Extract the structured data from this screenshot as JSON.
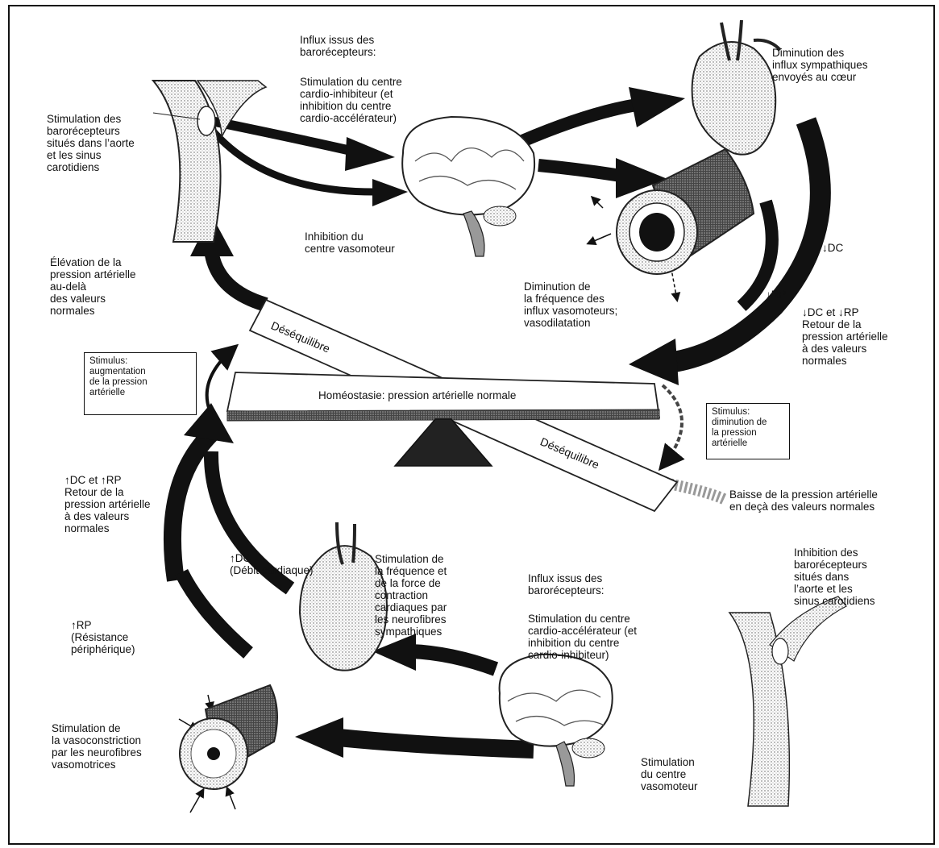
{
  "texts": {
    "influx_top_title": "Influx issus des\nbarorécepteurs:",
    "influx_top_body": "Stimulation du centre\ncardio-inhibiteur (et\ninhibition du centre\ncardio-accélérateur)",
    "dim_sympa": "Diminution des\ninflux sympathiques\nenvoyés au cœur",
    "stim_baro": "Stimulation des\nbarorécepteurs\nsitués dans l’aorte\net les sinus\ncarotidiens",
    "inhib_vaso": "Inhibition du\ncentre vasomoteur",
    "dc_down": "↓DC",
    "rp_down": "↓RP",
    "dim_freq": "Diminution de\nla fréquence des\ninflux vasomoteurs;\nvasodilatation",
    "elevation": "Élévation de la\npression artérielle\nau-delà\ndes valeurs\nnormales",
    "retour_top": "↓DC et ↓RP\nRetour de la\npression artérielle\nà des valeurs\nnormales",
    "stim_aug": "Stimulus:\naugmentation\nde la pression\nartérielle",
    "deseq_top": "Déséquilibre",
    "homeostasie": "Homéostasie: pression artérielle normale",
    "stim_dim": "Stimulus:\ndiminution de\nla pression\nartérielle",
    "deseq_bottom": "Déséquilibre",
    "baisse": "Baisse de la pression artérielle\nen deçà des valeurs normales",
    "retour_bottom": "↑DC et ↑RP\nRetour de la\npression artérielle\nà des valeurs\nnormales",
    "dc_up": "↑DC\n(Débit cardiaque)",
    "stim_freq": "Stimulation de\nla fréquence et\nde la force de\ncontraction\ncardiaques par\nles neurofibres\nsympathiques",
    "influx_bottom_title": "Influx issus des\nbarorécepteurs:",
    "influx_bottom_body": "Stimulation du centre\ncardio-accélérateur (et\ninhibition du centre\ncardio-inhibiteur)",
    "inhib_baro": "Inhibition des\nbarorécepteurs\nsitués dans\nl’aorte et les\nsinus carotidiens",
    "rp_up": "↑RP\n(Résistance\npériphérique)",
    "stim_vasoc": "Stimulation de\nla vasoconstriction\npar les neurofibres\nvasomotrices",
    "stim_centre": "Stimulation\ndu centre\nvasomoteur"
  }
}
